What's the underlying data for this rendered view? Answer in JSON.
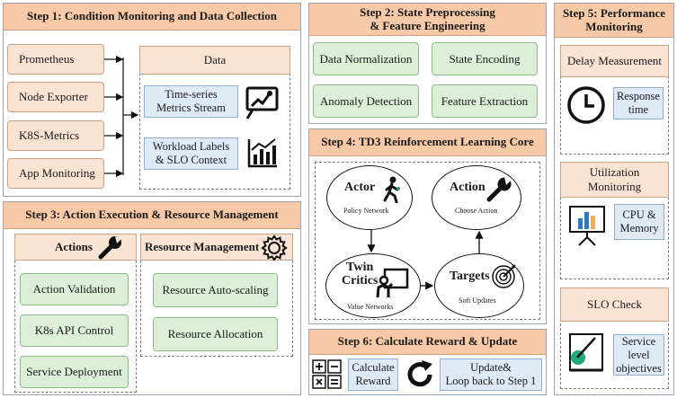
{
  "step1": {
    "title": "Step 1: Condition Monitoring and Data Collection",
    "sources": [
      "Prometheus",
      "Node Exporter",
      "K8S-Metrics",
      "App Monitoring"
    ],
    "data_label": "Data",
    "stream_label": "Time-series\nMetrics Stream",
    "context_label": "Workload Labels\n& SLO Context"
  },
  "step2": {
    "title": "Step 2: State Preprocessing\n& Feature Engineering",
    "items": [
      "Data Normalization",
      "State Encoding",
      "Anomaly Detection",
      "Feature Extraction"
    ]
  },
  "step3": {
    "title": "Step 3: Action Execution & Resource Management",
    "actions_label": "Actions",
    "actions": [
      "Action Validation",
      "K8s API Control",
      "Service Deployment"
    ],
    "resource_label": "Resource Management",
    "resources": [
      "Resource Auto-scaling",
      "Resource Allocation"
    ]
  },
  "step4": {
    "title": "Step 4: TD3 Reinforcement Learning Core",
    "actor": {
      "title": "Actor",
      "sub": "Policy Network"
    },
    "action": {
      "title": "Action",
      "sub": "Choose Action"
    },
    "critics": {
      "title": "Twin\nCritics",
      "sub": "Value Networks"
    },
    "targets": {
      "title": "Targets",
      "sub": "Soft Updates"
    }
  },
  "step5": {
    "title": "Step 5: Performance\nMonitoring",
    "delay_label": "Delay Measurement",
    "response_label": "Response\ntime",
    "util_label": "Utilization\nMonitoring",
    "cpu_label": "CPU &\nMemory",
    "slo_label": "SLO Check",
    "service_label": "Service\nlevel\nobjectives"
  },
  "step6": {
    "title": "Step 6: Calculate Reward & Update",
    "calc_label": "Calculate\nReward",
    "update_label": "Update&\nLoop back to Step 1"
  },
  "colors": {
    "header": "#f7c9a6",
    "green": "#dcefd7",
    "blue": "#dfeaf7",
    "peach": "#fbe3d3"
  }
}
